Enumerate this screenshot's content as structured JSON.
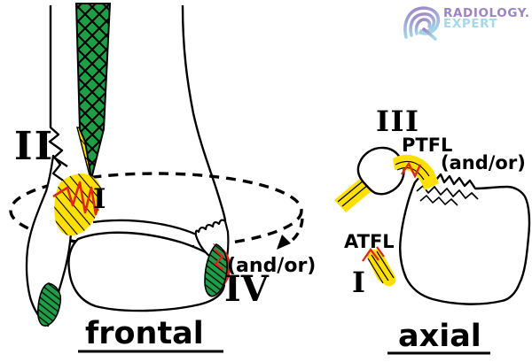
{
  "colors": {
    "green": "#1f9e48",
    "yellow": "#ffe000",
    "red": "#e0261b",
    "ink": "#000000",
    "logo_purple": "#9d82c6",
    "logo_blue": "#a5d9ea"
  },
  "logo": {
    "line1": "RADIOLOGY.",
    "line2": "EXPERT"
  },
  "frontal": {
    "caption": "frontal",
    "stage_II": "II",
    "stage_I": "I",
    "stage_IV": "IV",
    "and_or": "(and/or)"
  },
  "axial": {
    "caption": "axial",
    "stage_III": "III",
    "stage_I": "I",
    "ptfl": "PTFL",
    "atfl": "ATFL",
    "and_or": "(and/or)"
  }
}
